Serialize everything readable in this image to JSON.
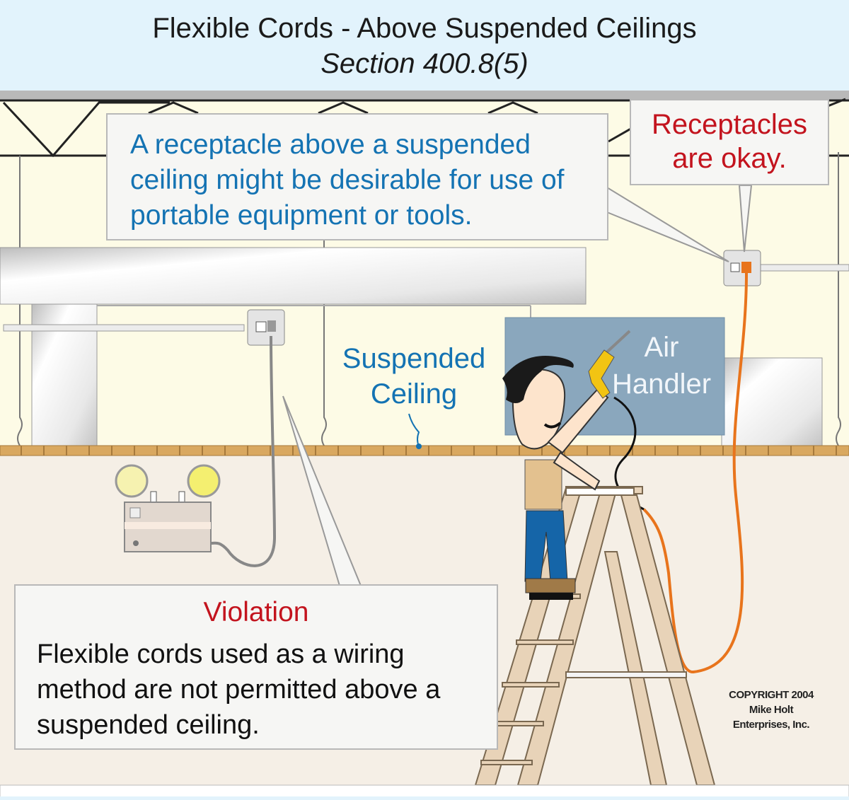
{
  "header": {
    "title": "Flexible Cords - Above Suspended Ceilings",
    "subtitle": "Section 400.8(5)"
  },
  "callouts": {
    "info": "A receptacle above a suspended ceiling might be desirable for use of portable equipment or tools.",
    "okay": "Receptacles are okay.",
    "violation_heading": "Violation",
    "violation_body": "Flexible cords used as a wiring method are not permitted above a suspended ceiling."
  },
  "labels": {
    "suspended_ceiling": "Suspended Ceiling",
    "air_handler": "Air Handler"
  },
  "copyright": {
    "line1": "COPYRIGHT 2004",
    "line2": "Mike Holt",
    "line3": "Enterprises, Inc."
  },
  "colors": {
    "header_bg": "#e2f3fc",
    "info_text": "#1473b3",
    "warning_text": "#c3141e",
    "ceiling_grid": "#d9a860",
    "air_handler": "#8aa7bd",
    "cord_orange": "#e8741c",
    "pants_blue": "#1565a8"
  }
}
